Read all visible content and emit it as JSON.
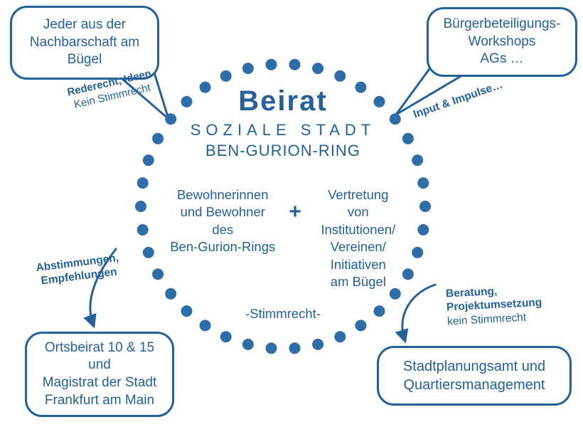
{
  "colors": {
    "primary": "#24619b",
    "dot": "#2e6da8"
  },
  "center": {
    "title": "Beirat",
    "subtitle_line1": "SOZIALE STADT",
    "subtitle_line2": "BEN-GURION-RING",
    "left_member": "Bewohnerinnen\nund Bewohner\ndes\nBen-Gurion-Rings",
    "plus": "+",
    "right_member": "Vertretung\nvon\nInstitutionen/\nVereinen/\nInitiativen\nam Bügel",
    "voting_note": "-Stimmrecht-"
  },
  "bubbles": {
    "top_left": "Jeder aus der\nNachbarschaft am\nBügel",
    "top_right": "Bürgerbeteiligungs-\nWorkshops\nAGs …",
    "bottom_left": "Ortsbeirat 10 & 15\nund\nMagistrat der Stadt\nFrankfurt am Main",
    "bottom_right": "Stadtplanungsamt und\nQuartiersmanagement"
  },
  "labels": {
    "top_left_bold": "Rederecht, Ideen",
    "top_left_normal": "Kein Stimmrecht",
    "top_right_bold": "Input & Impulse…",
    "bottom_left_bold": "Abstimmungen,\nEmpfehlungen",
    "bottom_right_bold": "Beratung,\nProjektumsetzung",
    "bottom_right_normal": "kein Stimmrecht"
  }
}
